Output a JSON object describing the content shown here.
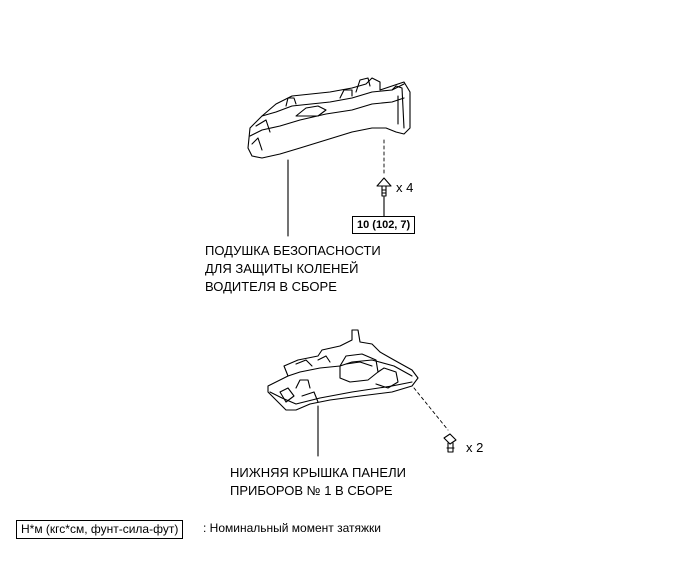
{
  "parts": {
    "knee_airbag": {
      "label_lines": [
        "ПОДУШКА БЕЗОПАСНОСТИ",
        "ДЛЯ ЗАЩИТЫ КОЛЕНЕЙ",
        "ВОДИТЕЛЯ В СБОРЕ"
      ],
      "fastener_qty": "x 4",
      "torque": "10 (102, 7)"
    },
    "lower_cover": {
      "label_lines": [
        "НИЖНЯЯ КРЫШКА ПАНЕЛИ",
        "ПРИБОРОВ № 1 В СБОРЕ"
      ],
      "fastener_qty": "x 2"
    }
  },
  "legend": {
    "units_box": "Н*м (кгс*см, фунт-сила-фут)",
    "description": ": Номинальный момент затяжки"
  }
}
